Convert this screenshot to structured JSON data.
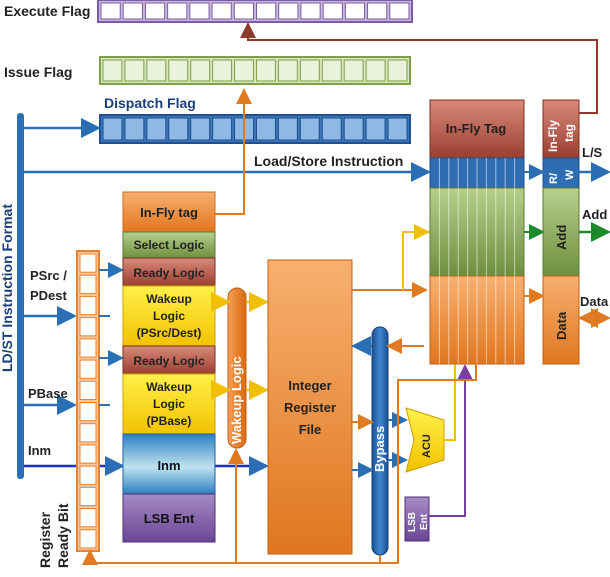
{
  "labels": {
    "execute_flag": "Execute Flag",
    "issue_flag": "Issue Flag",
    "dispatch_flag": "Dispatch Flag",
    "ldst_format": "LD/ST Instruction Format",
    "loadstore_instruction": "Load/Store Instruction",
    "psrc_line1": "PSrc /",
    "psrc_line2": "PDest",
    "pbase": "PBase",
    "inm_left": "Inm",
    "register_ready_line1": "Register",
    "register_ready_line2": "Ready Bit"
  },
  "blocks": {
    "inflight_tag": "In-Fly tag",
    "select_logic": "Select Logic",
    "ready_logic_top": "Ready Logic",
    "wakeup_psrc_line1": "Wakeup",
    "wakeup_psrc_line2": "Logic",
    "wakeup_psrc_line3": "(PSrc/Dest)",
    "ready_logic_bottom": "Ready Logic",
    "wakeup_pbase_line1": "Wakeup",
    "wakeup_pbase_line2": "Logic",
    "wakeup_pbase_line3": "(PBase)",
    "inm_block": "Inm",
    "lsb_ent": "LSB Ent",
    "wakeup_logic_vertical": "Wakeup Logic",
    "register_file_line1": "Integer",
    "register_file_line2": "Register",
    "register_file_line3": "File",
    "bypass": "Bypass",
    "acu": "ACU",
    "lsb_ent_small_line1": "LSB",
    "lsb_ent_small_line2": "Ent"
  },
  "lsq": {
    "inflight_tag": "In-Fly Tag",
    "col_inflight_line1": "In-Fly",
    "col_inflight_line2": "tag",
    "col_rw_line1": "R/",
    "col_rw_line2": "W",
    "col_add": "Add",
    "col_data": "Data",
    "out_ls": "L/S",
    "out_add": "Add",
    "out_data": "Data"
  },
  "colors": {
    "orange": "#e8822e",
    "blue_bar": "#1f5fa8",
    "purple": "#7d5aa5",
    "green": "#7f9f4e",
    "brown": "#a84a3a",
    "yellow": "#f2d21a",
    "arrow_blue": "#2a6fb5",
    "arrow_orange": "#e07a20",
    "arrow_purple": "#7a3fa0",
    "arrow_brown": "#8b3a2a",
    "arrow_yellow": "#f0c000",
    "arrow_green": "#1d8a2a"
  }
}
